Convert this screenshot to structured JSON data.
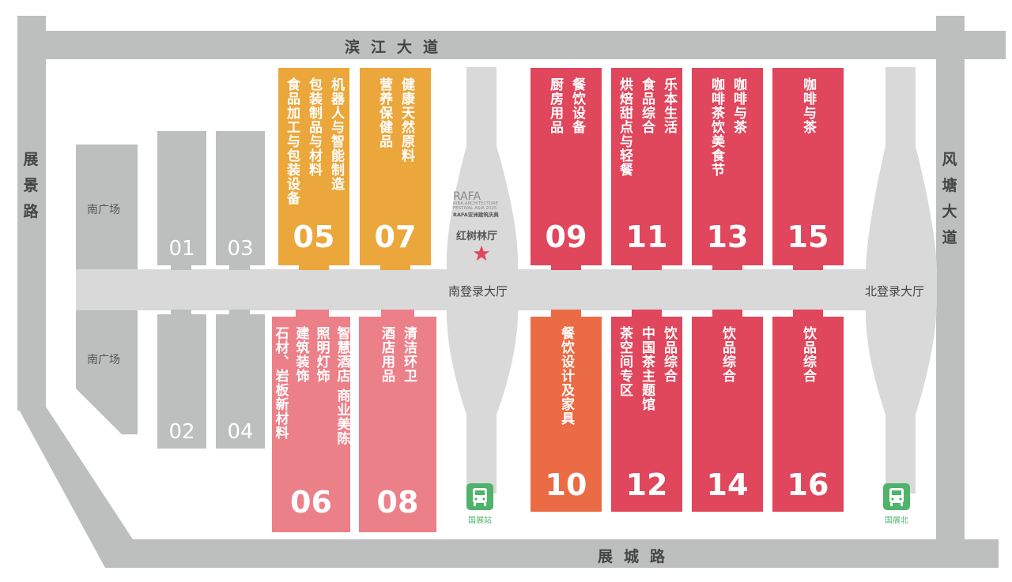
{
  "colors": {
    "road": "#bdbebe",
    "corridor": "#d9d9da",
    "orange_hall": "#eba73c",
    "pink_hall": "#ec8089",
    "red_hall": "#e0465c",
    "coral_hall": "#eb6b44",
    "grey_hall": "#bdbebe",
    "bus_green": "#4fb36a",
    "star_red": "#e0465c"
  },
  "roads": {
    "north": "滨江大道",
    "south": "展城路",
    "west": "展景路",
    "east": "风塘大道"
  },
  "plazas": [
    {
      "label": "南广场"
    },
    {
      "label": "南广场"
    }
  ],
  "corridor": {
    "south_lobby": "南登录大厅",
    "north_lobby": "北登录大厅"
  },
  "atrium": {
    "logo": "RAFA",
    "logo_sub1": "RIBA ARCHITECTURE",
    "logo_sub2": "FESTIVAL ASIA 2025",
    "logo_cn": "RAFA亚洲建筑庆典",
    "hall_name": "红树林厅",
    "marker": "star-icon"
  },
  "transit": [
    {
      "label": "国展站",
      "icon": "bus-icon"
    },
    {
      "label": "国展北",
      "icon": "bus-icon"
    }
  ],
  "halls": {
    "h01": {
      "number": "01",
      "lines": []
    },
    "h02": {
      "number": "02",
      "lines": []
    },
    "h03": {
      "number": "03",
      "lines": []
    },
    "h04": {
      "number": "04",
      "lines": []
    },
    "h05": {
      "number": "05",
      "lines": [
        "机器人与智能制造",
        "包装制品与材料",
        "食品加工与包装设备"
      ]
    },
    "h06": {
      "number": "06",
      "lines": [
        "智慧酒店 商业美陈",
        "照明灯饰",
        "建筑装饰",
        "石材、岩板新材料"
      ]
    },
    "h07": {
      "number": "07",
      "lines": [
        "健康天然原料",
        "营养保健品"
      ]
    },
    "h08": {
      "number": "08",
      "lines": [
        "清洁环卫",
        "酒店用品"
      ]
    },
    "h09": {
      "number": "09",
      "lines": [
        "餐饮设备",
        "厨房用品"
      ]
    },
    "h10": {
      "number": "10",
      "lines": [
        "餐饮设计及家具"
      ]
    },
    "h11": {
      "number": "11",
      "lines": [
        "乐本生活",
        "食品综合",
        "烘焙甜点与轻餐"
      ]
    },
    "h12": {
      "number": "12",
      "lines": [
        "饮品综合",
        "中国茶主题馆",
        "茶空间专区"
      ]
    },
    "h13": {
      "number": "13",
      "lines": [
        "咖啡与茶",
        "咖啡茶饮美食节"
      ]
    },
    "h14": {
      "number": "14",
      "lines": [
        "饮品综合"
      ]
    },
    "h15": {
      "number": "15",
      "lines": [
        "咖啡与茶"
      ]
    },
    "h16": {
      "number": "16",
      "lines": [
        "饮品综合"
      ]
    }
  }
}
